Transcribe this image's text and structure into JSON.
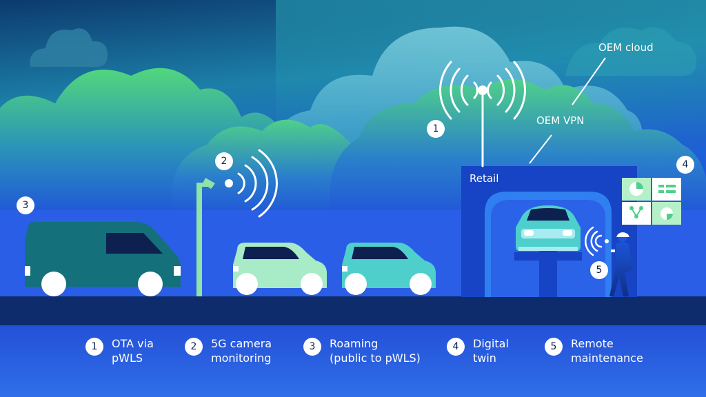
{
  "labels": {
    "oem_cloud": "OEM cloud",
    "oem_vpn": "OEM VPN",
    "retail": "Retail"
  },
  "badges": {
    "ota": "1",
    "camera": "2",
    "roaming": "3",
    "digital_twin": "4",
    "maintenance": "5"
  },
  "legend": [
    {
      "num": "1",
      "line1": "OTA via",
      "line2": "pWLS"
    },
    {
      "num": "2",
      "line1": "5G camera",
      "line2": "monitoring"
    },
    {
      "num": "3",
      "line1": "Roaming",
      "line2": "(public to pWLS)"
    },
    {
      "num": "4",
      "line1": "Digital",
      "line2": "twin"
    },
    {
      "num": "5",
      "line1": "Remote",
      "line2": "maintenance"
    }
  ],
  "colors": {
    "sky_top": "#0d3f7a",
    "sky_bottom": "#1f56d6",
    "cloud_green": "#4ccf7a",
    "road": "#0e2c6b",
    "retail_blue": "#1444c2",
    "van": "#14707a",
    "car_mint": "#a8ebc7",
    "car_teal": "#4fcfcc"
  }
}
